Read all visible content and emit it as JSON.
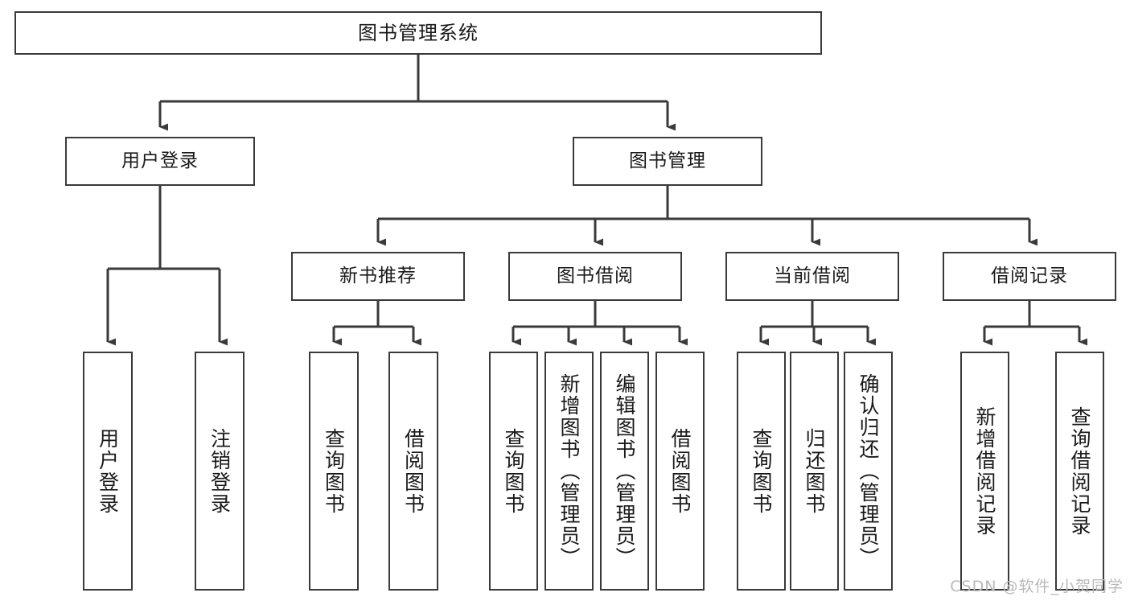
{
  "diagram": {
    "title": "图书管理系统",
    "watermark": "CSDN @软件_小贺同学",
    "colors": {
      "stroke": "#3a3a3a",
      "fill": "#ffffff",
      "text": "#1a1a1a",
      "watermark": "#b9b9b9"
    },
    "levels": {
      "root": "图书管理系统",
      "level2": [
        "用户登录",
        "图书管理"
      ],
      "level3": [
        "新书推荐",
        "图书借阅",
        "当前借阅",
        "借阅记录"
      ]
    },
    "nodes": {
      "root": {
        "label": "图书管理系统"
      },
      "user_login": {
        "label": "用户登录"
      },
      "book_manage": {
        "label": "图书管理"
      },
      "new_book_rec": {
        "label": "新书推荐"
      },
      "book_borrow": {
        "label": "图书借阅"
      },
      "current_borrow": {
        "label": "当前借阅"
      },
      "borrow_record": {
        "label": "借阅记录"
      },
      "leaf_user_login": {
        "label": "用户登录"
      },
      "leaf_logout": {
        "label": "注销登录"
      },
      "leaf_query_book_1": {
        "label": "查询图书"
      },
      "leaf_borrow_book_1": {
        "label": "借阅图书"
      },
      "leaf_query_book_2": {
        "label": "查询图书"
      },
      "leaf_add_book": {
        "label": "新增图书（管理员）"
      },
      "leaf_edit_book": {
        "label": "编辑图书（管理员）"
      },
      "leaf_borrow_book_2": {
        "label": "借阅图书"
      },
      "leaf_query_book_3": {
        "label": "查询图书"
      },
      "leaf_return_book": {
        "label": "归还图书"
      },
      "leaf_confirm_return": {
        "label": "确认归还（管理员）"
      },
      "leaf_add_record": {
        "label": "新增借阅记录"
      },
      "leaf_query_record": {
        "label": "查询借阅记录"
      }
    },
    "edges": [
      {
        "from": "root",
        "to": "user_login"
      },
      {
        "from": "root",
        "to": "book_manage"
      },
      {
        "from": "user_login",
        "to": "leaf_user_login"
      },
      {
        "from": "user_login",
        "to": "leaf_logout"
      },
      {
        "from": "book_manage",
        "to": "new_book_rec"
      },
      {
        "from": "book_manage",
        "to": "book_borrow"
      },
      {
        "from": "book_manage",
        "to": "current_borrow"
      },
      {
        "from": "book_manage",
        "to": "borrow_record"
      },
      {
        "from": "new_book_rec",
        "to": "leaf_query_book_1"
      },
      {
        "from": "new_book_rec",
        "to": "leaf_borrow_book_1"
      },
      {
        "from": "book_borrow",
        "to": "leaf_query_book_2"
      },
      {
        "from": "book_borrow",
        "to": "leaf_add_book"
      },
      {
        "from": "book_borrow",
        "to": "leaf_edit_book"
      },
      {
        "from": "book_borrow",
        "to": "leaf_borrow_book_2"
      },
      {
        "from": "current_borrow",
        "to": "leaf_query_book_3"
      },
      {
        "from": "current_borrow",
        "to": "leaf_return_book"
      },
      {
        "from": "current_borrow",
        "to": "leaf_confirm_return"
      },
      {
        "from": "borrow_record",
        "to": "leaf_add_record"
      },
      {
        "from": "borrow_record",
        "to": "leaf_query_record"
      }
    ]
  }
}
